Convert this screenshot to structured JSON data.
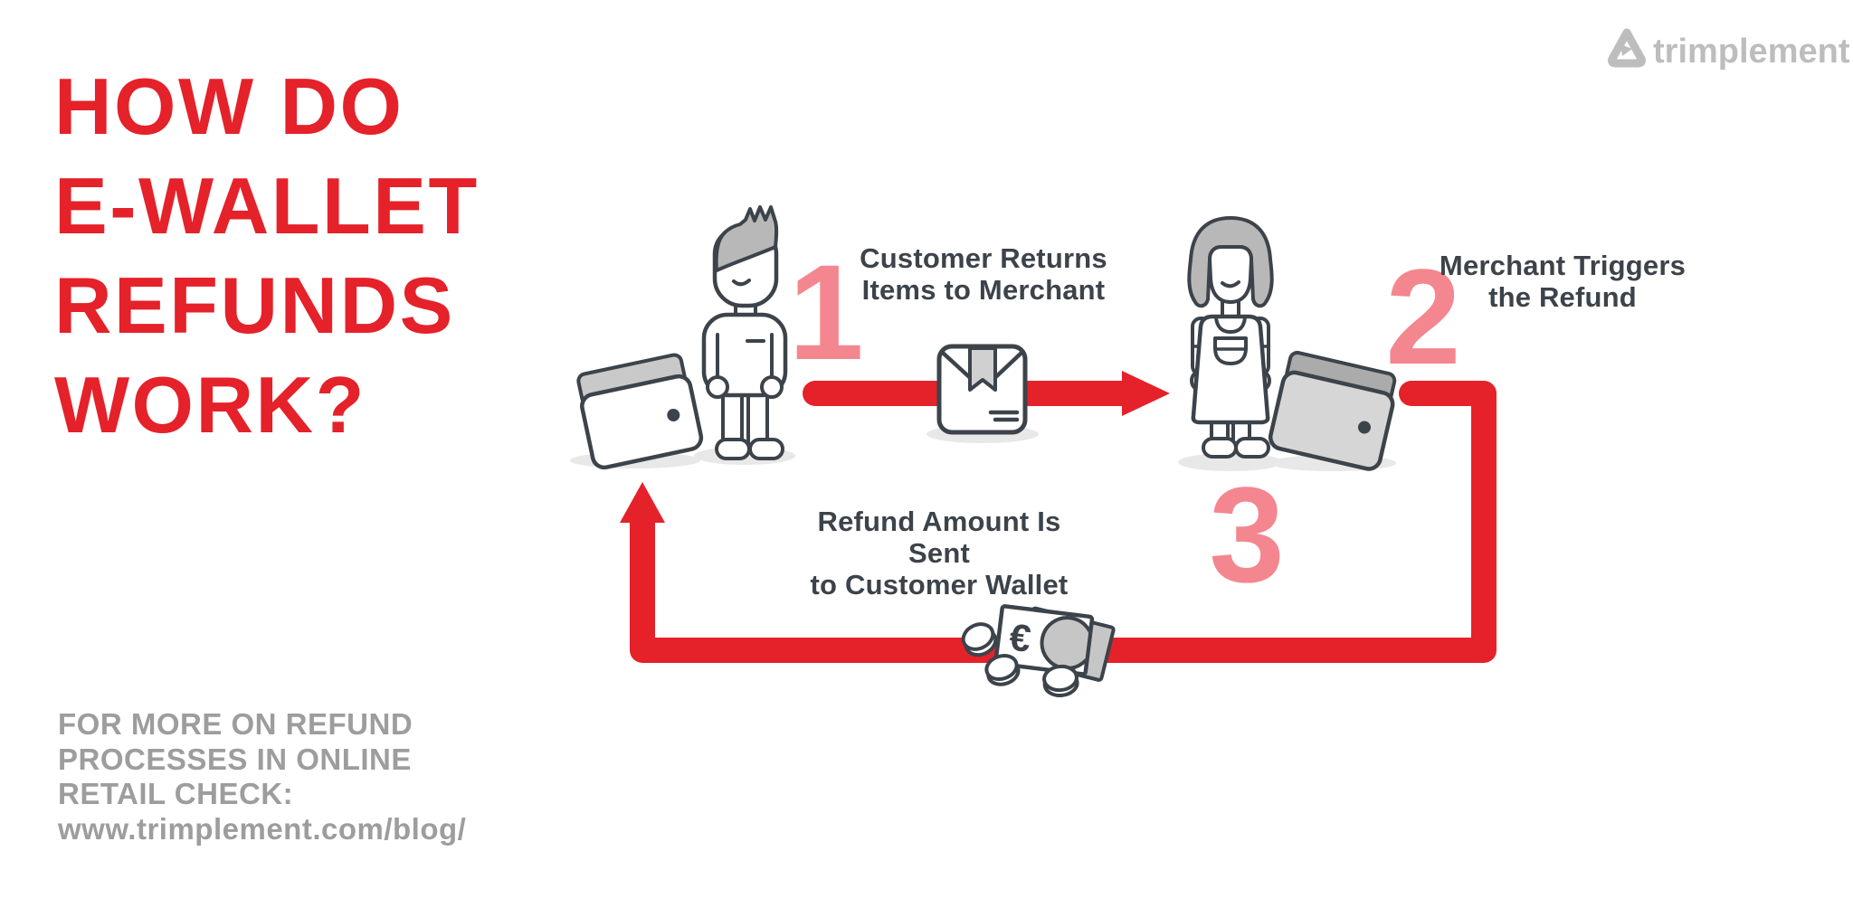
{
  "header": {
    "title_lines": [
      "HOW DO",
      "E-WALLET",
      "REFUNDS",
      "WORK?"
    ]
  },
  "brand": {
    "name": "trimplement",
    "logo_icon": "trimplement-triangle-logo"
  },
  "steps": [
    {
      "number": "1",
      "label_line1": "Customer Returns",
      "label_line2": "Items to Merchant"
    },
    {
      "number": "2",
      "label_line1": "Merchant Triggers",
      "label_line2": "the Refund"
    },
    {
      "number": "3",
      "label_line1": "Refund Amount Is Sent",
      "label_line2": "to Customer Wallet"
    }
  ],
  "icons": {
    "customer_wallet": "wallet-icon",
    "merchant_wallet": "wallet-icon",
    "package": "package-box-icon",
    "money": "euro-banknotes-and-coins-icon",
    "euro_symbol": "€"
  },
  "figures": {
    "customer": "customer-person",
    "merchant": "merchant-person"
  },
  "footer": {
    "lines": [
      "FOR MORE ON REFUND",
      "PROCESSES IN ONLINE",
      "RETAIL CHECK:",
      "www.trimplement.com/blog/"
    ]
  },
  "colors": {
    "red": "#E5212A",
    "pink": "#F4868F",
    "ink": "#3C434A",
    "hair_gray": "#B8B8B8",
    "flap_gray": "#C9C9C9",
    "flap_dark_gray": "#ABABAB",
    "wallet_gray": "#D6D6D6",
    "ribbon_gray": "#D0D0D0",
    "note_gray": "#C6C6C6",
    "shadow_gray": "#E8E8E8",
    "logo_gray": "#BDBDBD",
    "footer_gray": "#9D9D9D"
  }
}
